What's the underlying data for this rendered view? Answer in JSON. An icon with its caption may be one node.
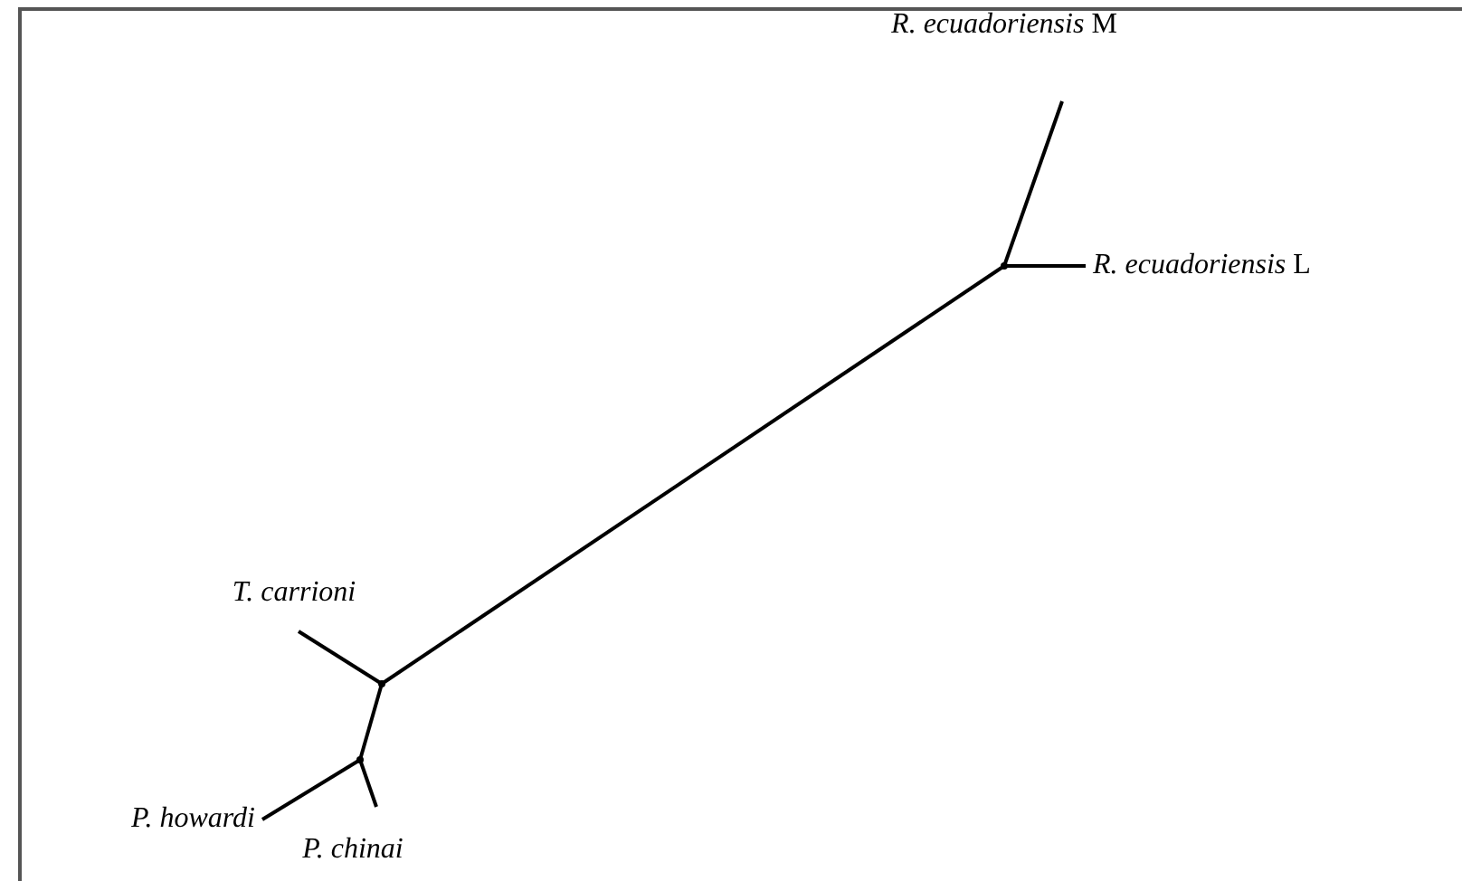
{
  "diagram": {
    "nodes": [
      {
        "text": [
          "*R. ecuadoriensis* M"
        ]
      },
      {
        "text": [
          "*R. ecuadoriensis* L"
        ]
      },
      {
        "text": [],
        "shape": "point"
      },
      {
        "text": [
          "T. carrioni"
        ]
      },
      {
        "text": [],
        "shape": "point"
      },
      {
        "text": [],
        "shape": "point"
      },
      {
        "text": [
          "P. howardi"
        ]
      },
      {
        "text": [
          "P. chinai"
        ]
      }
    ],
    "edges": [
      {
        "from": 2,
        "to": 0,
        "arrow": "none"
      },
      {
        "from": 2,
        "to": 1,
        "arrow": "none"
      },
      {
        "from": 2,
        "to": 4,
        "arrow": "none"
      },
      {
        "from": 4,
        "to": 3,
        "arrow": "none"
      },
      {
        "from": 4,
        "to": 5,
        "arrow": "none"
      },
      {
        "from": 5,
        "to": 6,
        "arrow": "none"
      },
      {
        "from": 5,
        "to": 7,
        "arrow": "none"
      }
    ]
  }
}
